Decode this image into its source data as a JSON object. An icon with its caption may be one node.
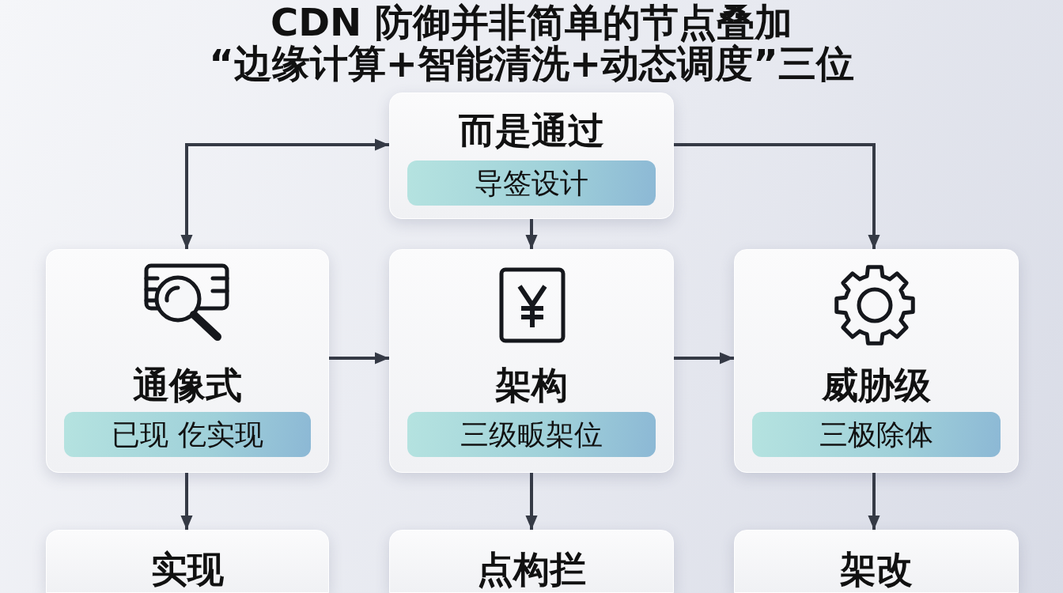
{
  "diagram": {
    "title": "CDN 防御并非简单的节点叠加“边缘计算+智能清洗+动态调度”三位",
    "nodes": [
      {
        "text": [
          "而是通过",
          "导签设计"
        ]
      },
      {
        "text": [
          "通像式",
          "已现 仡实现"
        ]
      },
      {
        "text": [
          "架构",
          "三级畈架位"
        ]
      },
      {
        "text": [
          "威胁级",
          "三极除体"
        ]
      },
      {
        "text": [
          "实现"
        ]
      },
      {
        "text": [
          "点构拦"
        ]
      },
      {
        "text": [
          "架改"
        ]
      }
    ],
    "edges": [
      {
        "from": 0,
        "to": 1,
        "arrow": "both"
      },
      {
        "from": 0,
        "to": 2,
        "arrow": "to"
      },
      {
        "from": 0,
        "to": 3,
        "arrow": "to"
      },
      {
        "from": 1,
        "to": 2,
        "arrow": "to"
      },
      {
        "from": 2,
        "to": 3,
        "arrow": "to"
      },
      {
        "from": 1,
        "to": 4,
        "arrow": "to"
      },
      {
        "from": 2,
        "to": 5,
        "arrow": "to"
      },
      {
        "from": 3,
        "to": 6,
        "arrow": "to"
      }
    ]
  }
}
